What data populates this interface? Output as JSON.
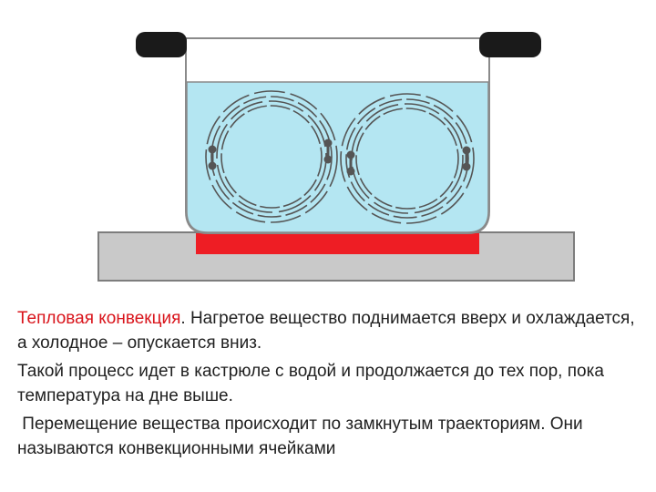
{
  "colors": {
    "water": "#b4e6f2",
    "pot_outline": "#8a8a8a",
    "handle": "#1a1a1a",
    "burner": "#ee1d24",
    "stove": "#c9c9c9",
    "accent_text": "#d9141b"
  },
  "figure": {
    "icons": [
      "pot-handle-icon",
      "convection-cell-icon",
      "flow-arrow-icon"
    ]
  },
  "text": {
    "p1_accent": "Тепловая конвекция",
    "p1_rest": ". Нагретое вещество поднимается вверх и охлаждается, а холодное – опускается вниз.",
    "p2": "Такой процесс идет в кастрюле  с водой и продолжается до тех пор, пока температура на дне выше.",
    "p3": " Перемещение вещества происходит по замкнутым траекториям. Они называются конвекционными ячейками"
  }
}
